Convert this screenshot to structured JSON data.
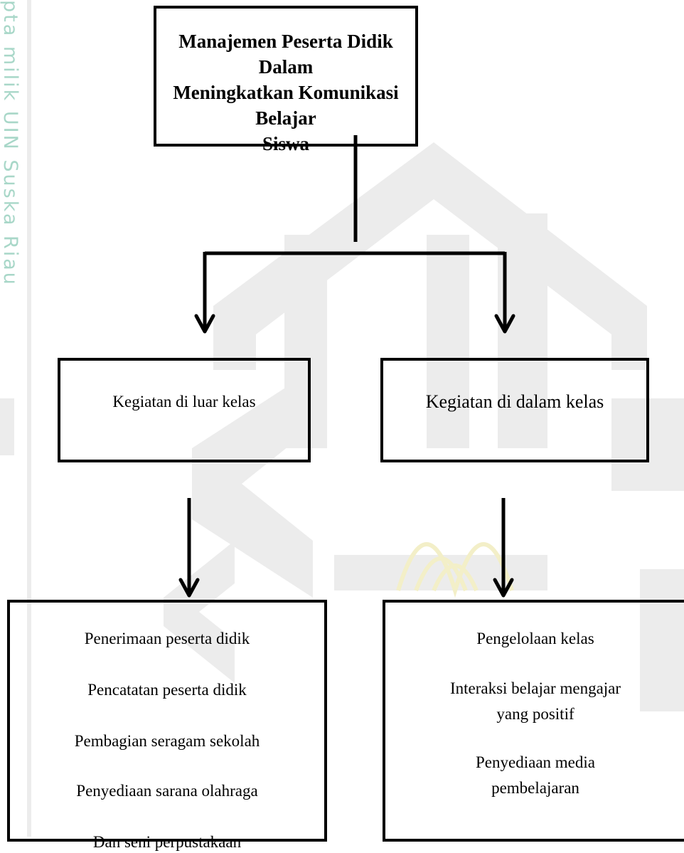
{
  "watermark": {
    "vertical_text": "pta milik UIN Suska Riau",
    "text_color": "#a8d7c8"
  },
  "title": {
    "line1": "Manajemen Peserta Didik Dalam",
    "line2": "Meningkatkan Komunikasi Belajar",
    "line3": "Siswa"
  },
  "left_branch": {
    "label": "Kegiatan di luar kelas",
    "items": [
      "Penerimaan peserta didik",
      "Pencatatan peserta didik",
      "Pembagian seragam sekolah",
      "Penyediaan sarana olahraga",
      "Dan seni perpustakaan"
    ]
  },
  "right_branch": {
    "label": "Kegiatan di dalam kelas",
    "items": [
      [
        "Pengelolaan kelas"
      ],
      [
        "Interaksi belajar mengajar",
        "yang positif"
      ],
      [
        "Penyediaan media",
        "pembelajaran"
      ]
    ]
  }
}
